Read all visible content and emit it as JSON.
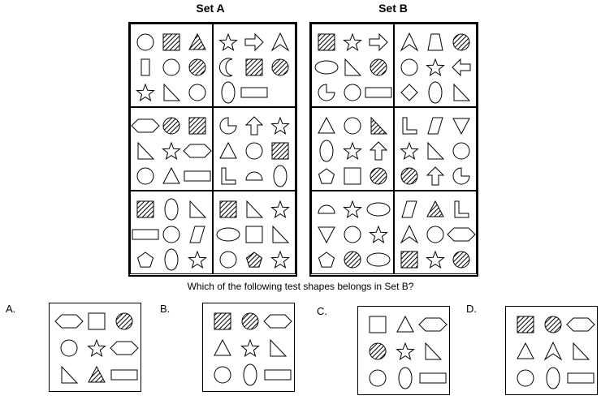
{
  "set_a": {
    "title": "Set A",
    "panels": [
      [
        [
          "circle",
          "square-hatched",
          "triangle-hatched"
        ],
        [
          "rect-v",
          "circle",
          "circle-hatched"
        ],
        [
          "star",
          "right-triangle",
          "circle"
        ]
      ],
      [
        [
          "star",
          "arrow-right",
          "chevron"
        ],
        [
          "crescent",
          "square-hatched",
          "circle-hatched"
        ],
        [
          "ellipse-v",
          "rect-h",
          "none"
        ]
      ],
      [
        [
          "hexagon",
          "circle-hatched",
          "square-hatched"
        ],
        [
          "right-triangle",
          "star",
          "hexagon"
        ],
        [
          "circle",
          "triangle",
          "rect-h"
        ]
      ],
      [
        [
          "pacman",
          "arrow-up",
          "star"
        ],
        [
          "triangle",
          "circle",
          "square-hatched"
        ],
        [
          "L-shape",
          "semicircle",
          "ellipse-v"
        ]
      ],
      [
        [
          "square-hatched",
          "ellipse-v",
          "right-triangle"
        ],
        [
          "rect-h",
          "circle",
          "parallelogram"
        ],
        [
          "pentagon",
          "ellipse-v",
          "star"
        ]
      ],
      [
        [
          "square-hatched",
          "right-triangle",
          "star"
        ],
        [
          "ellipse-h",
          "square",
          "right-triangle"
        ],
        [
          "circle",
          "pentagon-hatched",
          "star"
        ]
      ]
    ]
  },
  "set_b": {
    "title": "Set B",
    "panels": [
      [
        [
          "square-hatched",
          "star",
          "arrow-right"
        ],
        [
          "ellipse-h",
          "right-triangle",
          "circle-hatched"
        ],
        [
          "pacman",
          "circle",
          "rect-h"
        ]
      ],
      [
        [
          "chevron",
          "trapezoid",
          "circle-hatched"
        ],
        [
          "circle",
          "star",
          "arrow-left"
        ],
        [
          "diamond",
          "ellipse-v",
          "right-triangle"
        ]
      ],
      [
        [
          "triangle",
          "circle",
          "right-triangle-hatched"
        ],
        [
          "ellipse-v",
          "star",
          "arrow-up"
        ],
        [
          "pentagon",
          "square",
          "circle-hatched"
        ]
      ],
      [
        [
          "L-shape",
          "parallelogram",
          "triangle-down"
        ],
        [
          "star",
          "right-triangle",
          "circle"
        ],
        [
          "circle-hatched",
          "arrow-up",
          "pacman"
        ]
      ],
      [
        [
          "semicircle",
          "star",
          "ellipse-h"
        ],
        [
          "triangle-down",
          "circle",
          "star"
        ],
        [
          "pentagon",
          "circle-hatched",
          "ellipse-h"
        ]
      ],
      [
        [
          "parallelogram",
          "triangle-hatched",
          "L-shape"
        ],
        [
          "chevron",
          "circle",
          "hexagon"
        ],
        [
          "square-hatched",
          "star",
          "circle-hatched"
        ]
      ]
    ]
  },
  "question": "Which of the following test shapes belongs in Set B?",
  "options": [
    {
      "label": "A.",
      "shapes": [
        [
          "hexagon",
          "square",
          "circle-hatched"
        ],
        [
          "circle",
          "star",
          "hexagon"
        ],
        [
          "right-triangle",
          "triangle-hatched",
          "rect-h"
        ]
      ]
    },
    {
      "label": "B.",
      "shapes": [
        [
          "square-hatched",
          "circle-hatched",
          "hexagon"
        ],
        [
          "triangle",
          "star",
          "right-triangle"
        ],
        [
          "circle",
          "ellipse-v",
          "rect-h"
        ]
      ]
    },
    {
      "label": "C.",
      "shapes": [
        [
          "square",
          "triangle",
          "hexagon"
        ],
        [
          "circle-hatched",
          "star",
          "right-triangle"
        ],
        [
          "circle",
          "ellipse-v",
          "rect-h"
        ]
      ]
    },
    {
      "label": "D.",
      "shapes": [
        [
          "square-hatched",
          "circle-hatched",
          "hexagon"
        ],
        [
          "triangle",
          "chevron",
          "right-triangle"
        ],
        [
          "circle",
          "ellipse-v",
          "rect-h"
        ]
      ]
    }
  ]
}
